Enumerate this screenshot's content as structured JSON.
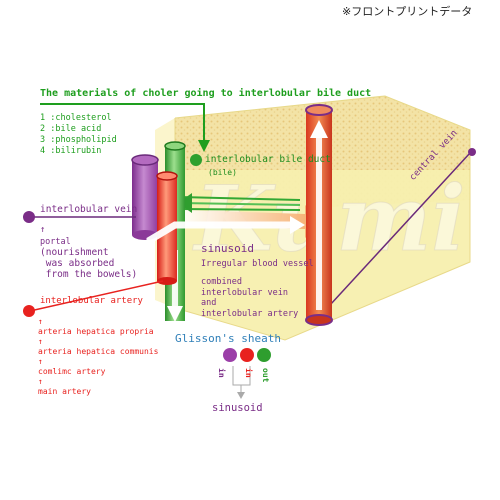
{
  "header": {
    "note": "※フロントプリントデータ"
  },
  "title": "The materials of choler going to interlobular bile duct",
  "materials": [
    "1 :cholesterol",
    "2 :bile acid",
    "3 :phospholipid",
    "4 :bilirubin"
  ],
  "labels": {
    "bile_duct": "interlobular bile duct",
    "bile": "(bile)",
    "central_vein": "central vein",
    "interlobular_vein": "interlobular vein",
    "portal_arrow": "↑",
    "portal": "portal",
    "portal_note": "(nourishment\n was absorbed\n from the bowels)",
    "sinusoid": "sinusoid",
    "irregular": "Irregular blood vessel",
    "combined": "combined\ninterlobular vein\nand\ninterlobular artery",
    "interlobular_artery": "interlobular artery",
    "artery_chain": [
      "arteria hepatica propria",
      "arteria hepatica communis",
      "comlimc artery",
      "main artery"
    ],
    "chain_arrow": "↑",
    "glisson": "Glisson's sheath",
    "in1": "in",
    "in2": "in",
    "out": "out",
    "sinusoid_bottom": "sinusoid"
  },
  "colors": {
    "vein": "#9b3fa8",
    "artery": "#e8221f",
    "bile": "#2e9e2e",
    "central": "#e14a2a",
    "tissue": "#f7efae",
    "blue": "#2f7fb8"
  },
  "watermark": "Kumi"
}
